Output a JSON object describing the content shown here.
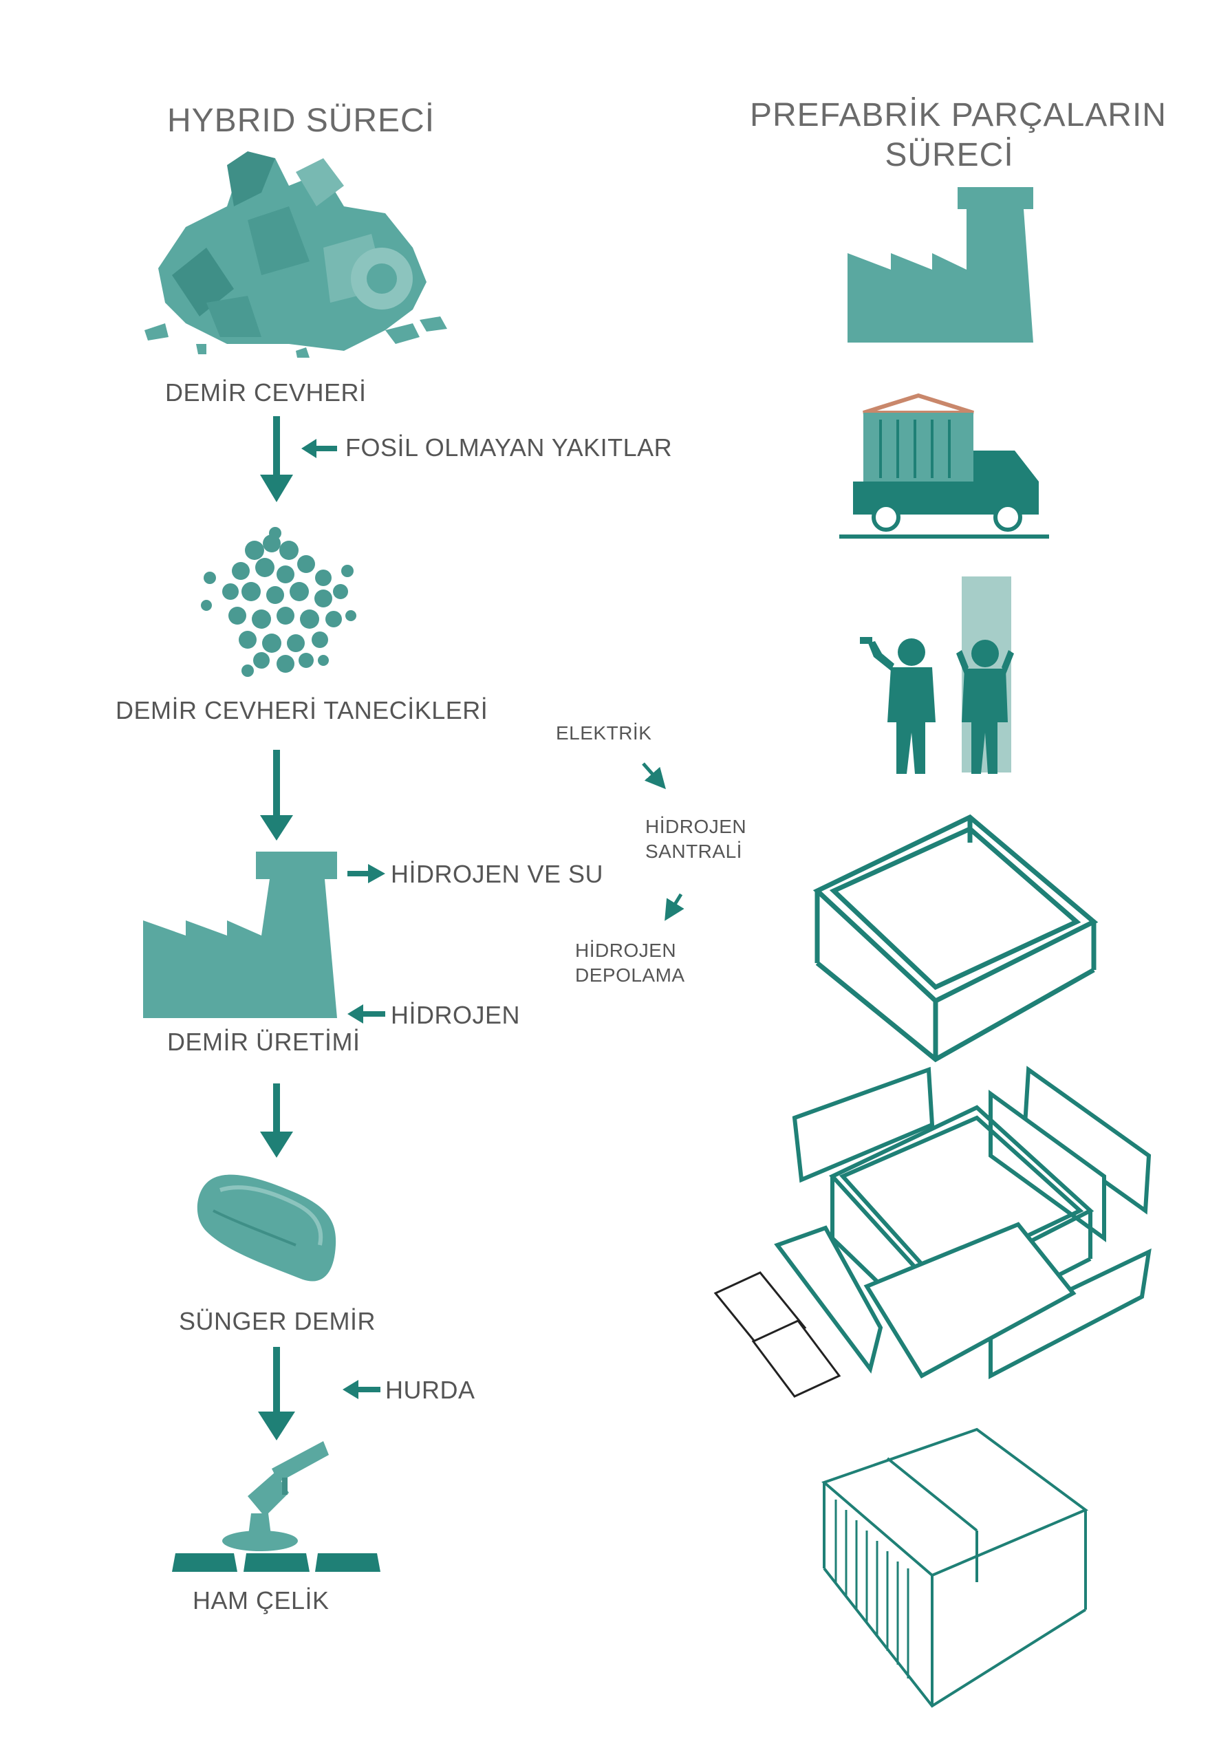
{
  "colors": {
    "teal": "#5aa8a0",
    "dark_teal": "#1f8076",
    "light_teal": "#a6cdc8",
    "text": "#555555"
  },
  "left_column": {
    "title": "HYBRID SÜRECİ",
    "steps": [
      {
        "label": "DEMİR CEVHERİ",
        "icon": "iron-ore-rocks-icon"
      },
      {
        "label": "DEMİR CEVHERİ TANECİKLERİ",
        "icon": "ore-particles-icon"
      },
      {
        "label": "DEMİR ÜRETİMİ",
        "icon": "factory-icon"
      },
      {
        "label": "SÜNGER DEMİR",
        "icon": "sponge-iron-icon"
      },
      {
        "label": "HAM ÇELİK",
        "icon": "crude-steel-icon"
      }
    ],
    "inputs": {
      "fossil_free": "FOSİL OLMAYAN YAKITLAR",
      "hydrogen_water": "HİDROJEN VE SU",
      "hydrogen": "HİDROJEN",
      "scrap": "HURDA"
    }
  },
  "hydrogen_chain": {
    "electricity": "ELEKTRİK",
    "plant_line1": "HİDROJEN",
    "plant_line2": "SANTRALİ",
    "storage_line1": "HİDROJEN",
    "storage_line2": "DEPOLAMA"
  },
  "right_column": {
    "title_line1": "PREFABRİK PARÇALARIN",
    "title_line2": "SÜRECİ",
    "icons": [
      "factory-icon",
      "truck-icon",
      "workers-icon",
      "frame-icon",
      "exploded-module-icon",
      "assembled-module-icon"
    ]
  }
}
